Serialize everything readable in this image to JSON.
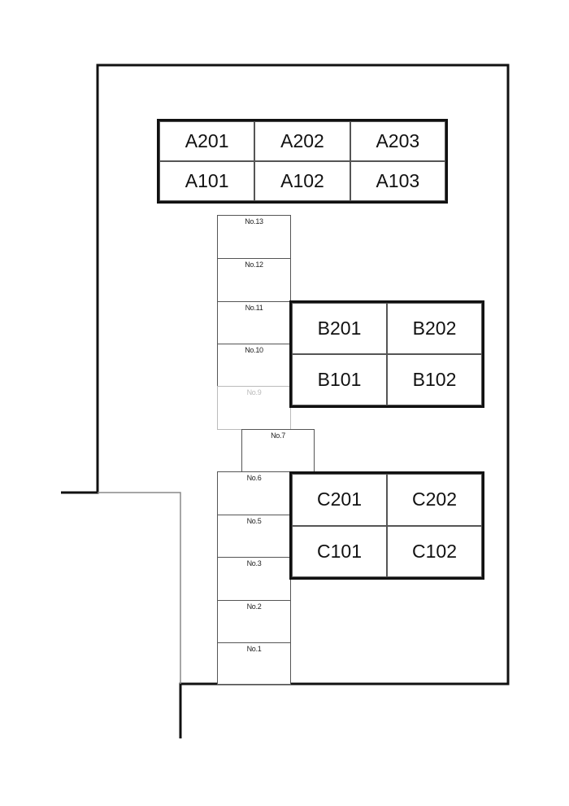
{
  "buildings": {
    "A": [
      [
        "A201",
        "A202",
        "A203"
      ],
      [
        "A101",
        "A102",
        "A103"
      ]
    ],
    "B": [
      [
        "B201",
        "B202"
      ],
      [
        "B101",
        "B102"
      ]
    ],
    "C": [
      [
        "C201",
        "C202"
      ],
      [
        "C101",
        "C102"
      ]
    ]
  },
  "parking": {
    "upper": [
      "No.13",
      "No.12",
      "No.11",
      "No.10",
      "No.9"
    ],
    "middle": "No.7",
    "lower": [
      "No.6",
      "No.5",
      "No.3",
      "No.2",
      "No.1"
    ]
  }
}
